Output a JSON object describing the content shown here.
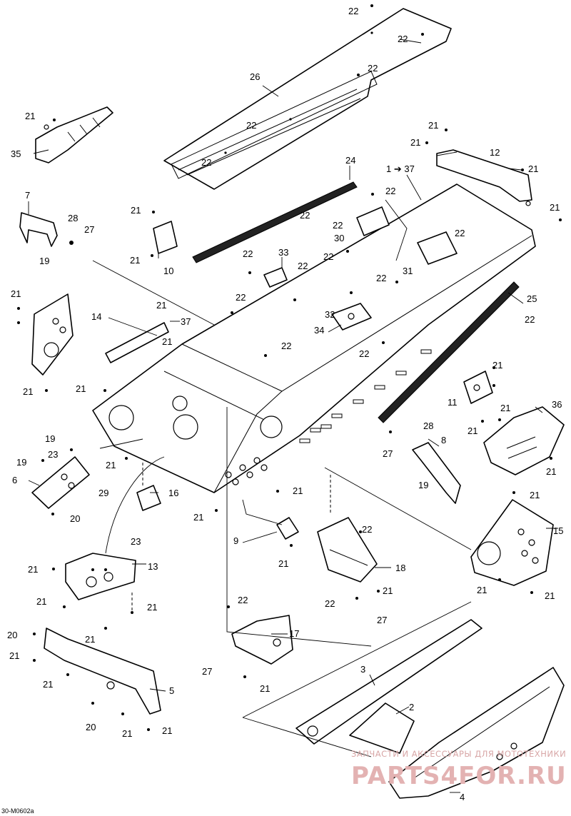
{
  "figure_code": "30-M0602a",
  "watermark": {
    "line1": "ЗАПЧАСТИ И АКСЕССУАРЫ ДЛЯ МОТОТЕХНИКИ",
    "line2": "PARTS4FOR.RU"
  },
  "callouts": [
    "1 ➔ 37",
    "2",
    "3",
    "4",
    "5",
    "6",
    "7",
    "8",
    "9",
    "10",
    "11",
    "12",
    "13",
    "14",
    "15",
    "16",
    "17",
    "18",
    "19",
    "20",
    "21",
    "22",
    "23",
    "24",
    "25",
    "26",
    "27",
    "28",
    "29",
    "30",
    "31",
    "32",
    "33",
    "34",
    "35",
    "36"
  ],
  "labels": [
    {
      "id": "c22a",
      "text": "22"
    },
    {
      "id": "c22b",
      "text": "22"
    },
    {
      "id": "c26",
      "text": "26"
    },
    {
      "id": "c22c",
      "text": "22"
    },
    {
      "id": "c22d",
      "text": "22"
    },
    {
      "id": "c22e",
      "text": "22"
    },
    {
      "id": "c21a",
      "text": "21"
    },
    {
      "id": "c35",
      "text": "35"
    },
    {
      "id": "c21b",
      "text": "21"
    },
    {
      "id": "c21c",
      "text": "21"
    },
    {
      "id": "c12",
      "text": "12"
    },
    {
      "id": "c21d",
      "text": "21"
    },
    {
      "id": "c21e",
      "text": "21"
    },
    {
      "id": "c24",
      "text": "24"
    },
    {
      "id": "c1to37",
      "text": "1 ➔ 37"
    },
    {
      "id": "c22f",
      "text": "22"
    },
    {
      "id": "c7",
      "text": "7"
    },
    {
      "id": "c28a",
      "text": "28"
    },
    {
      "id": "c27a",
      "text": "27"
    },
    {
      "id": "c21f",
      "text": "21"
    },
    {
      "id": "c22g",
      "text": "22"
    },
    {
      "id": "c22h",
      "text": "22"
    },
    {
      "id": "c30",
      "text": "30"
    },
    {
      "id": "c22i",
      "text": "22"
    },
    {
      "id": "c19a",
      "text": "19"
    },
    {
      "id": "c21g",
      "text": "21"
    },
    {
      "id": "c10",
      "text": "10"
    },
    {
      "id": "c22j",
      "text": "22"
    },
    {
      "id": "c33",
      "text": "33"
    },
    {
      "id": "c22k",
      "text": "22"
    },
    {
      "id": "c22l",
      "text": "22"
    },
    {
      "id": "c22m",
      "text": "22"
    },
    {
      "id": "c31",
      "text": "31"
    },
    {
      "id": "c21h",
      "text": "21"
    },
    {
      "id": "c22n",
      "text": "22"
    },
    {
      "id": "c25",
      "text": "25"
    },
    {
      "id": "c14",
      "text": "14"
    },
    {
      "id": "c21i",
      "text": "21"
    },
    {
      "id": "c37",
      "text": "37"
    },
    {
      "id": "c32",
      "text": "32"
    },
    {
      "id": "c22o",
      "text": "22"
    },
    {
      "id": "c34",
      "text": "34"
    },
    {
      "id": "c21j",
      "text": "21"
    },
    {
      "id": "c22p",
      "text": "22"
    },
    {
      "id": "c22q",
      "text": "22"
    },
    {
      "id": "c21k",
      "text": "21"
    },
    {
      "id": "c21l",
      "text": "21"
    },
    {
      "id": "c21m",
      "text": "21"
    },
    {
      "id": "c11",
      "text": "11"
    },
    {
      "id": "c21n",
      "text": "21"
    },
    {
      "id": "c36",
      "text": "36"
    },
    {
      "id": "c21o",
      "text": "21"
    },
    {
      "id": "c28b",
      "text": "28"
    },
    {
      "id": "c19b",
      "text": "19"
    },
    {
      "id": "c23a",
      "text": "23"
    },
    {
      "id": "c8",
      "text": "8"
    },
    {
      "id": "c27b",
      "text": "27"
    },
    {
      "id": "c21p",
      "text": "21"
    },
    {
      "id": "c6",
      "text": "6"
    },
    {
      "id": "c29",
      "text": "29"
    },
    {
      "id": "c19c",
      "text": "19"
    },
    {
      "id": "c16",
      "text": "16"
    },
    {
      "id": "c21q",
      "text": "21"
    },
    {
      "id": "c19d",
      "text": "19"
    },
    {
      "id": "c21r",
      "text": "21"
    },
    {
      "id": "c20a",
      "text": "20"
    },
    {
      "id": "c21s",
      "text": "21"
    },
    {
      "id": "c21t",
      "text": "21"
    },
    {
      "id": "c15",
      "text": "15"
    },
    {
      "id": "c9",
      "text": "9"
    },
    {
      "id": "c22r",
      "text": "22"
    },
    {
      "id": "c23b",
      "text": "23"
    },
    {
      "id": "c21u",
      "text": "21"
    },
    {
      "id": "c13",
      "text": "13"
    },
    {
      "id": "c18",
      "text": "18"
    },
    {
      "id": "c21v",
      "text": "21"
    },
    {
      "id": "c21w",
      "text": "21"
    },
    {
      "id": "c21x",
      "text": "21"
    },
    {
      "id": "c22s",
      "text": "22"
    },
    {
      "id": "c21y",
      "text": "21"
    },
    {
      "id": "c21z",
      "text": "21"
    },
    {
      "id": "c21aa",
      "text": "21"
    },
    {
      "id": "c27c",
      "text": "27"
    },
    {
      "id": "c22t",
      "text": "22"
    },
    {
      "id": "c20b",
      "text": "20"
    },
    {
      "id": "c17",
      "text": "17"
    },
    {
      "id": "c21ab",
      "text": "21"
    },
    {
      "id": "c27d",
      "text": "27"
    },
    {
      "id": "c21ac",
      "text": "21"
    },
    {
      "id": "c3",
      "text": "3"
    },
    {
      "id": "c5",
      "text": "5"
    },
    {
      "id": "c2",
      "text": "2"
    },
    {
      "id": "c20c",
      "text": "20"
    },
    {
      "id": "c21ad",
      "text": "21"
    },
    {
      "id": "c21ae",
      "text": "21"
    },
    {
      "id": "c4",
      "text": "4"
    },
    {
      "id": "c21af",
      "text": "21"
    },
    {
      "id": "c21ag",
      "text": "21"
    }
  ]
}
